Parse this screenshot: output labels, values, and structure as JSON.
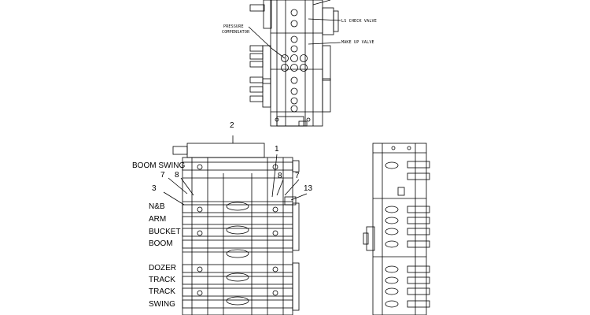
{
  "upper_view": {
    "callouts": {
      "ls_check_valve": "LS CHECK VALVE",
      "pressure_compensator_line1": "PRESSURE",
      "pressure_compensator_line2": "COMPENSATOR",
      "make_up_valve": "MAKE UP VALVE"
    }
  },
  "front_view": {
    "item_numbers": {
      "n2": "2",
      "n1": "1",
      "n7_left": "7",
      "n8_left": "8",
      "n3": "3",
      "n8_right": "8",
      "n7_right": "7",
      "n13": "13"
    },
    "function_labels": {
      "boom_swing": "BOOM SWING",
      "nb": "N&B",
      "arm": "ARM",
      "bucket": "BUCKET",
      "boom": "BOOM",
      "dozer": "DOZER",
      "track_1": "TRACK",
      "track_2": "TRACK",
      "swing": "SWING"
    }
  },
  "colors": {
    "line": "#000000",
    "background": "#ffffff"
  }
}
